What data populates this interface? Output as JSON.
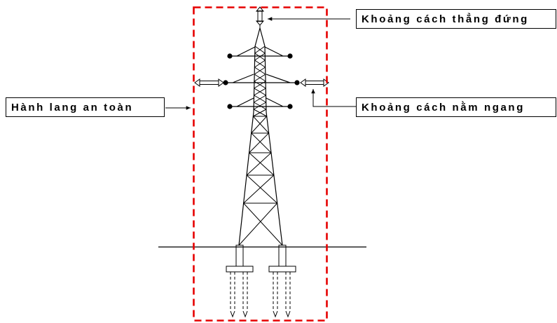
{
  "labels": {
    "vertical_clearance": "Khoảng cách thẳng đứng",
    "horizontal_clearance": "Khoảng cách nằm ngang",
    "safety_corridor": "Hành lang an toàn"
  },
  "colors": {
    "corridor": "#e60000",
    "line": "#000000",
    "background": "#ffffff"
  }
}
